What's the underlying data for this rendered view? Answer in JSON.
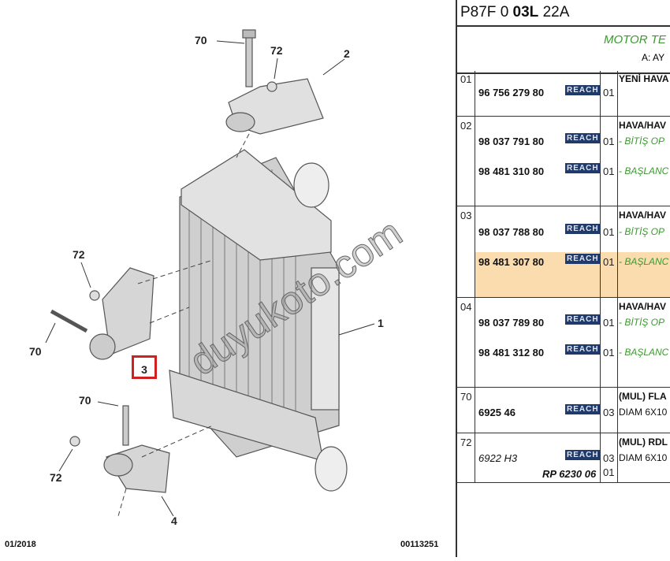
{
  "diagram": {
    "labels": {
      "bolt_top": "70",
      "nut_top": "72",
      "bracket_top": "2",
      "nut_left": "72",
      "bolt_left": "70",
      "mount_left": "3",
      "intercooler": "1",
      "bolt_bottom": "70",
      "nut_bottom": "72",
      "bracket_bottom": "4"
    },
    "date": "01/2018",
    "ref": "00113251",
    "watermark": "duyukoto.com"
  },
  "panel": {
    "code_prefix": "P87F 0 ",
    "code_bold": "03L",
    "code_suffix": " 22A",
    "section": "MOTOR TE",
    "subsection": "A: AY",
    "rows": [
      {
        "num": "01",
        "desc": "YENİ HAVA",
        "parts": [
          {
            "pn": "96 756 279 80",
            "badge": "REACH",
            "qty": "01",
            "note": ""
          }
        ]
      },
      {
        "num": "02",
        "desc": "HAVA/HAV",
        "parts": [
          {
            "pn": "98 037 791 80",
            "badge": "REACH",
            "qty": "01",
            "note": "- BİTİŞ OP"
          },
          {
            "pn": "98 481 310 80",
            "badge": "REACH",
            "qty": "01",
            "note": "- BAŞLANC"
          }
        ]
      },
      {
        "num": "03",
        "desc": "HAVA/HAV",
        "parts": [
          {
            "pn": "98 037 788 80",
            "badge": "REACH",
            "qty": "01",
            "note": "- BİTİŞ OP"
          },
          {
            "pn": "98 481 307 80",
            "badge": "REACH",
            "qty": "01",
            "note": "- BAŞLANC"
          }
        ]
      },
      {
        "num": "04",
        "desc": "HAVA/HAV",
        "parts": [
          {
            "pn": "98 037 789 80",
            "badge": "REACH",
            "qty": "01",
            "note": "- BİTİŞ OP"
          },
          {
            "pn": "98 481 312 80",
            "badge": "REACH",
            "qty": "01",
            "note": "- BAŞLANC"
          }
        ]
      },
      {
        "num": "70",
        "desc": "(MUL) FLA",
        "parts": [
          {
            "pn": "6925 46",
            "badge": "REACH",
            "qty": "03",
            "note": "DIAM 6X10"
          }
        ]
      },
      {
        "num": "72",
        "desc": "(MUL) RDL",
        "parts": [
          {
            "pn": "6922 H3",
            "badge": "REACH",
            "qty": "03",
            "note": "DIAM 6X10"
          }
        ],
        "extra_pn": "RP 6230 06",
        "extra_qty": "01"
      }
    ]
  },
  "colors": {
    "reach": "#1f3a6b",
    "highlight": "#fbdcae",
    "green": "#3a9a2e",
    "callout": "#d02020"
  }
}
